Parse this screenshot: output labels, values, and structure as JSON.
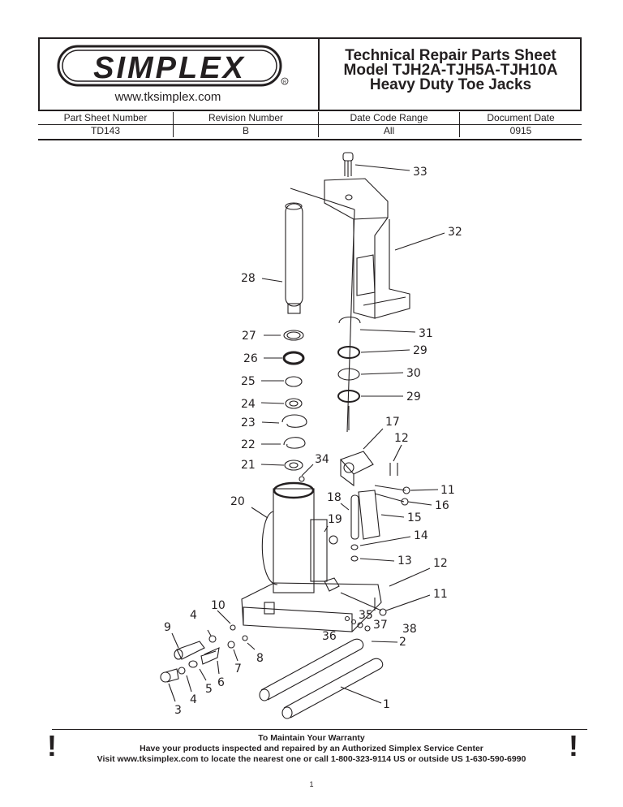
{
  "header": {
    "logo_text": "SIMPLEX",
    "website": "www.tksimplex.com",
    "title_lines": [
      "Technical Repair Parts Sheet",
      "Model TJH2A-TJH5A-TJH10A",
      "Heavy Duty Toe Jacks"
    ]
  },
  "info_table": {
    "columns": [
      "Part Sheet Number",
      "Revision Number",
      "Date Code Range",
      "Document Date"
    ],
    "values": [
      "TD143",
      "B",
      "All",
      "0915"
    ]
  },
  "diagram": {
    "callouts": [
      "33",
      "32",
      "28",
      "31",
      "27",
      "29",
      "26",
      "30",
      "25",
      "29",
      "24",
      "23",
      "17",
      "22",
      "12",
      "21",
      "34",
      "11",
      "18",
      "20",
      "16",
      "19",
      "15",
      "14",
      "13",
      "12",
      "11",
      "10",
      "35",
      "4",
      "37",
      "9",
      "38",
      "36",
      "2",
      "8",
      "7",
      "6",
      "4",
      "5",
      "3",
      "1"
    ]
  },
  "footer": {
    "heading": "To Maintain Your Warranty",
    "line1": "Have your products inspected and repaired by an Authorized Simplex Service Center",
    "line2": "Visit www.tksimplex.com to locate the nearest one or call 1-800-323-9114 US or outside US 1-630-590-6990",
    "bang": "!"
  },
  "page_number": "1"
}
